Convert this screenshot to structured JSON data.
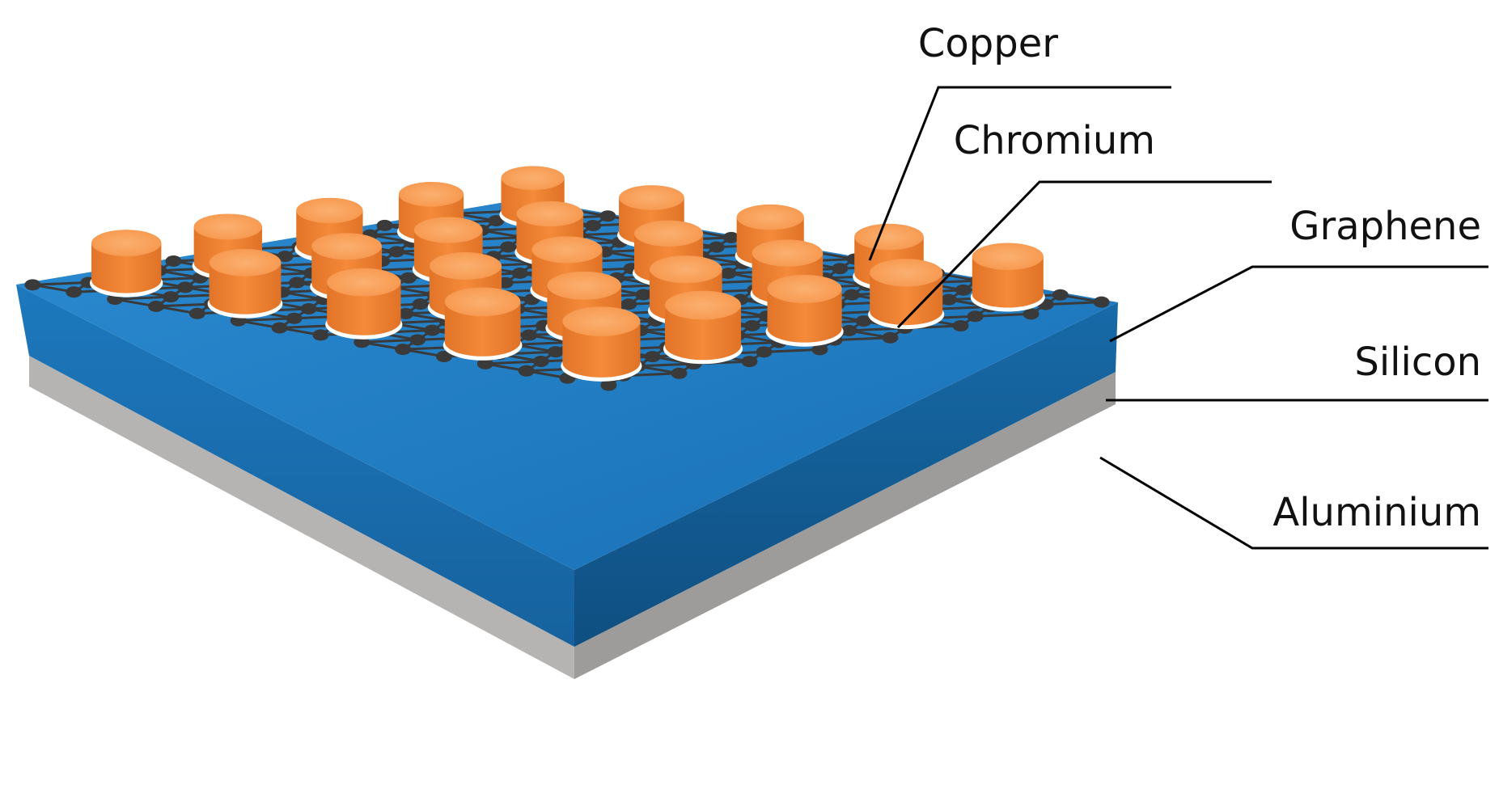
{
  "labels": {
    "copper": "Copper",
    "chromium": "Chromium",
    "graphene": "Graphene",
    "silicon": "Silicon",
    "aluminium": "Aluminium"
  },
  "colors": {
    "copper": "#f08a3c",
    "copper_top": "#f79a50",
    "chromium": "#ffffff",
    "silicon_top": "#1f7fc7",
    "silicon_left": "#1a6fb0",
    "silicon_right": "#145e96",
    "aluminium": "#a9a9a9",
    "graphene": "#3a3a3a",
    "leader": "#000000"
  },
  "pillar_grid": {
    "rows": 5,
    "cols": 5,
    "missing": []
  }
}
